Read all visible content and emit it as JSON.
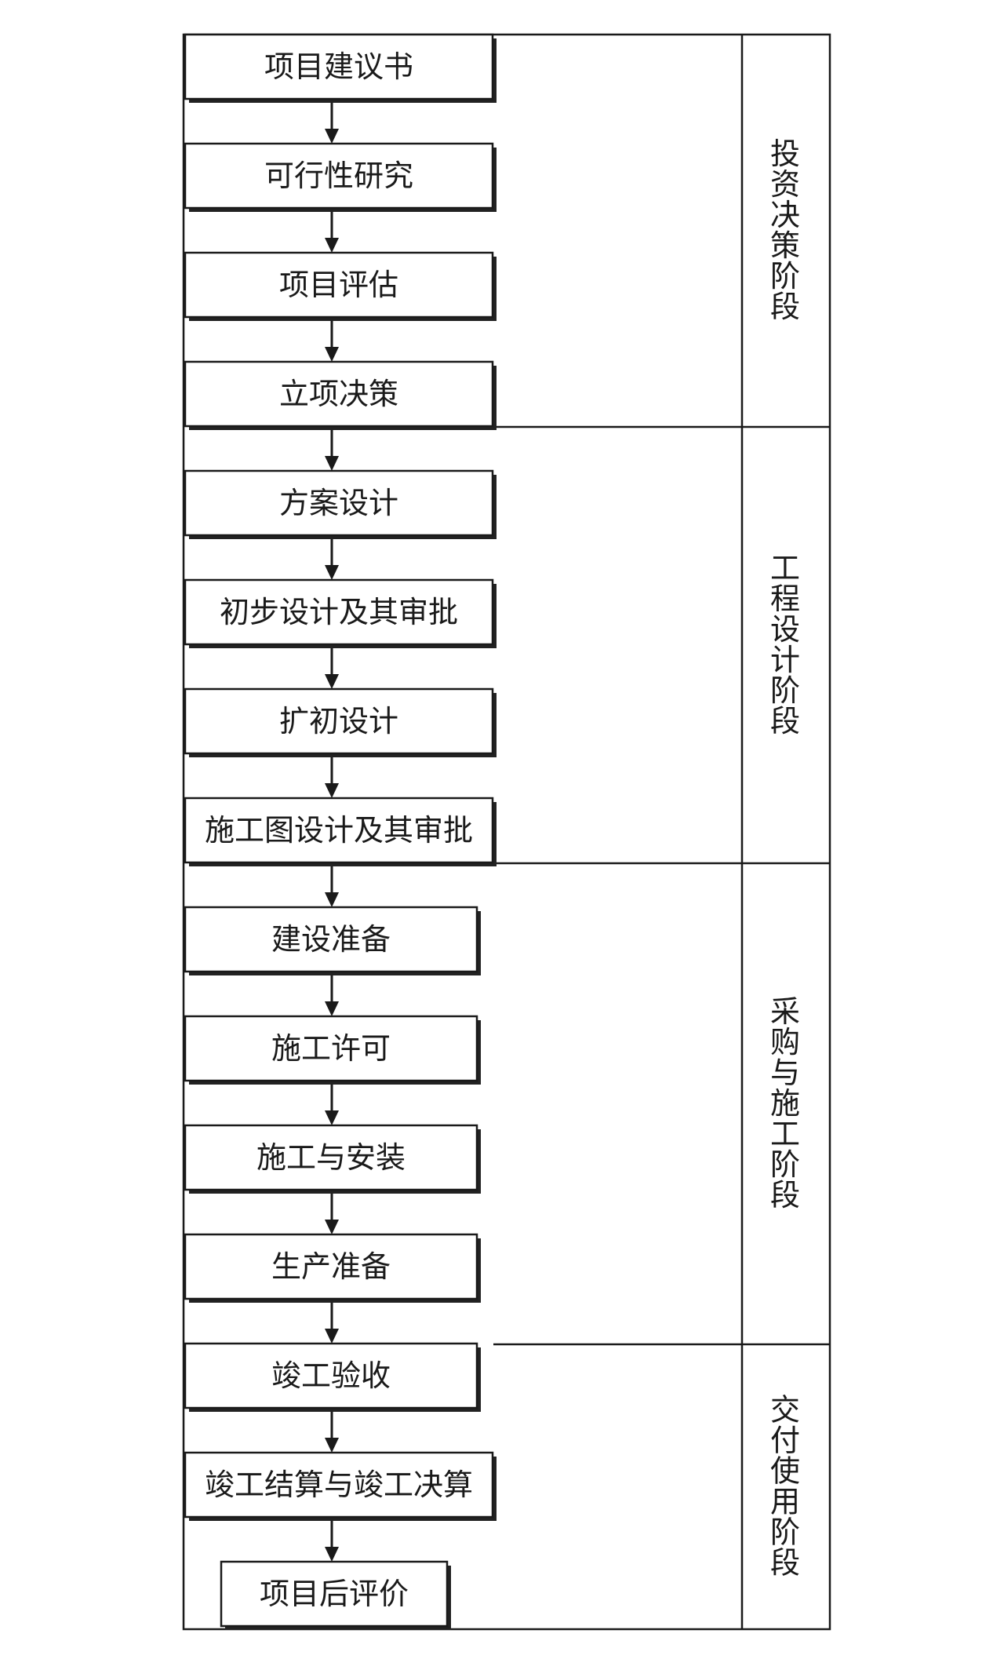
{
  "steps": [
    "项目建议书",
    "可行性研究",
    "项目评估",
    "立项决策",
    "方案设计",
    "初步设计及其审批",
    "扩初设计",
    "施工图设计及其审批",
    "建设准备",
    "施工许可",
    "施工与安装",
    "生产准备",
    "竣工验收",
    "竣工结算与竣工决算",
    "项目后评价"
  ],
  "phases": [
    "投资决策阶段",
    "工程设计阶段",
    "采购与施工阶段",
    "交付使用阶段"
  ],
  "colors": {
    "line": "#1a1a1a",
    "shadow": "#222222",
    "box": "#ffffff"
  }
}
